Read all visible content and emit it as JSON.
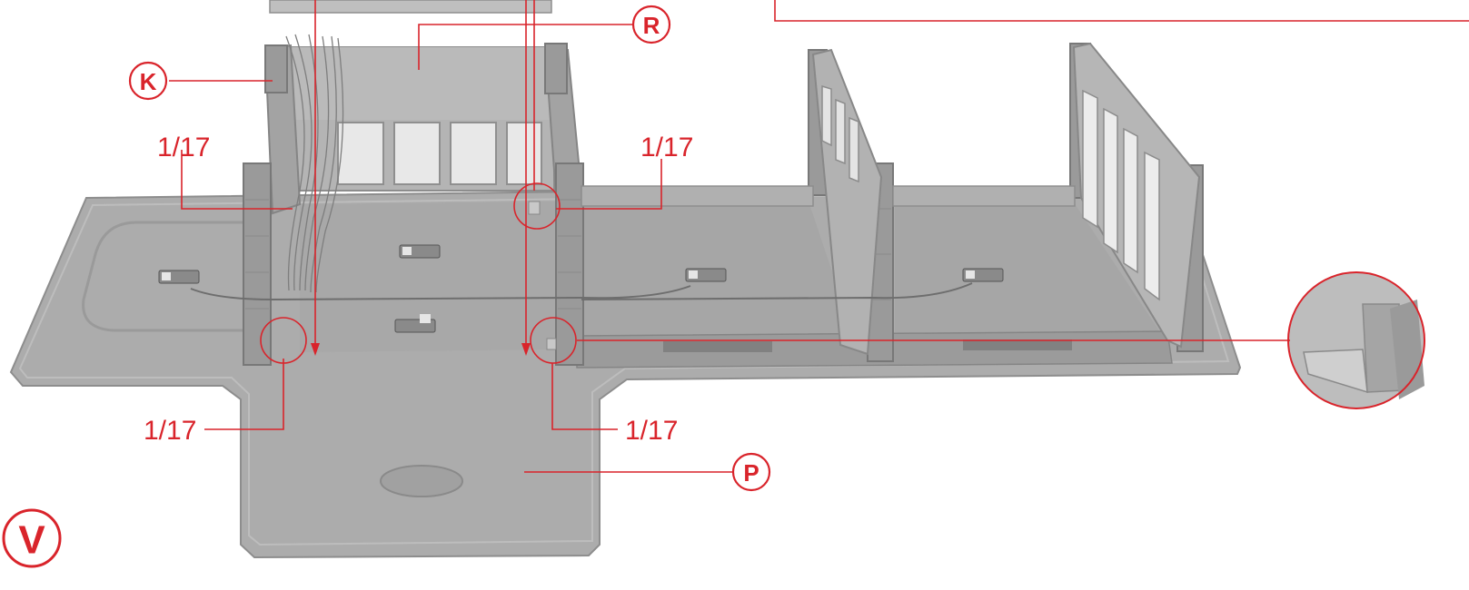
{
  "colors": {
    "accent": "#d9242b",
    "model_grey": "#a9a9a9",
    "model_dark": "#8e8e8e",
    "model_light": "#c2c2c2",
    "background": "#ffffff"
  },
  "labels": {
    "callout_k": "K",
    "callout_r": "R",
    "callout_p": "P",
    "step_badge": "V",
    "part_top_left": "1/17",
    "part_top_mid": "1/17",
    "part_bottom_left": "1/17",
    "part_bottom_mid": "1/17"
  },
  "icons": {
    "step_badge": "circled-letter",
    "callout_marker": "circled-letter",
    "detail_zoom": "magnifier-circle",
    "placement_arrow": "arrow-down"
  }
}
